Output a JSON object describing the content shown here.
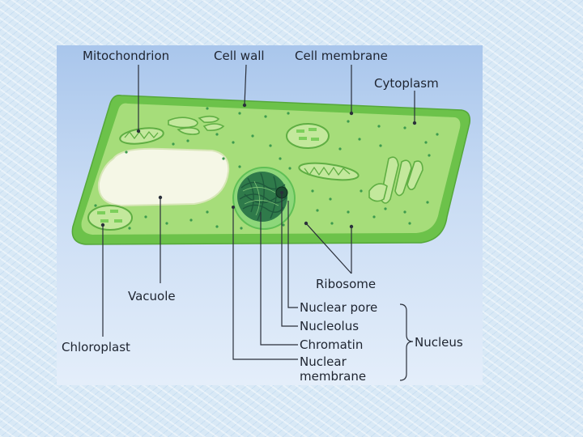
{
  "labels": {
    "mitochondrion": "Mitochondrion",
    "cell_wall": "Cell wall",
    "cell_membrane": "Cell membrane",
    "cytoplasm": "Cytoplasm",
    "ribosome": "Ribosome",
    "nuclear_pore": "Nuclear pore",
    "nucleolus": "Nucleolus",
    "chromatin": "Chromatin",
    "nuclear_membrane_1": "Nuclear",
    "nuclear_membrane_2": "membrane",
    "nucleus": "Nucleus",
    "vacuole": "Vacuole",
    "chloroplast": "Chloroplast"
  },
  "colors": {
    "cell_wall": "#6cc24a",
    "cytoplasm": "#a6dd7a",
    "vacuole": "#f5f7e6",
    "organelle": "#c3e89c",
    "organelle_border": "#5fae43",
    "granule": "#3c9a4e",
    "nucleus_mesh": "#1f5a3c",
    "leader_line": "#2a2f3a"
  }
}
